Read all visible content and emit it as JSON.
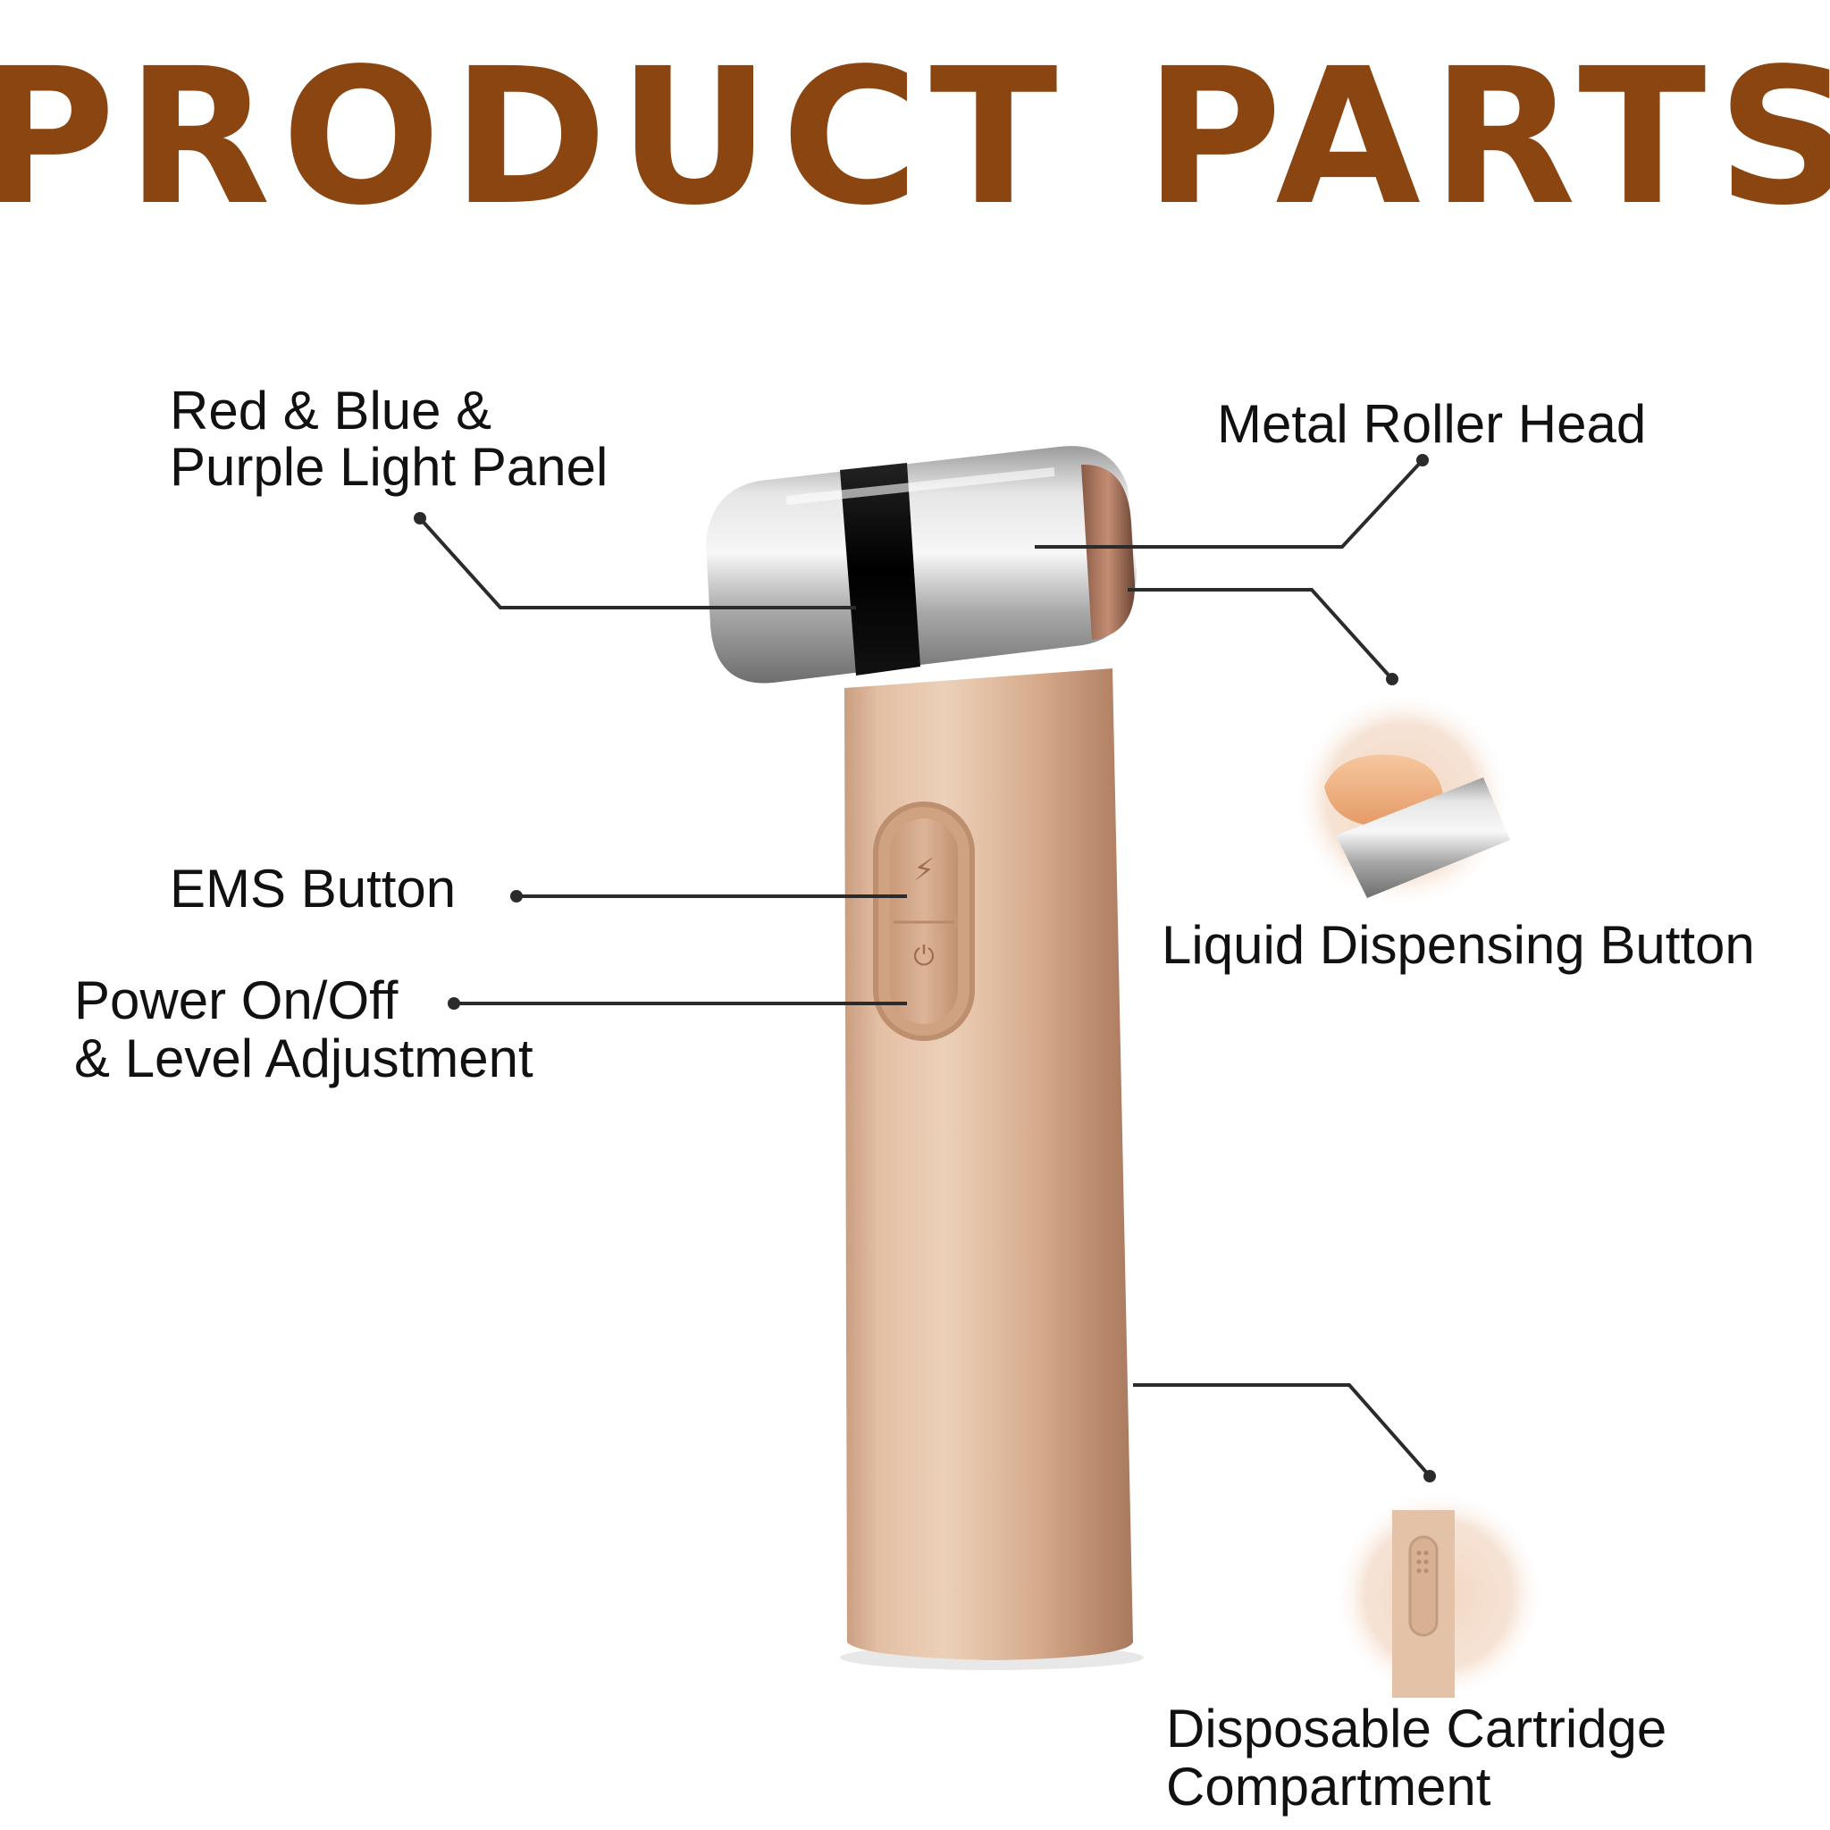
{
  "title": "PRODUCT PARTS",
  "colors": {
    "title": "#8a4511",
    "leader": "#2b2b2b",
    "body_gold": "#d4a98a",
    "metal": "#c8c8c8"
  },
  "labels": {
    "light_panel": [
      "Red & Blue &",
      "Purple Light Panel"
    ],
    "roller_head": "Metal Roller Head",
    "liquid_button": "Liquid Dispensing Button",
    "ems_button": "EMS Button",
    "power": [
      "Power On/Off",
      "& Level Adjustment"
    ],
    "cartridge": [
      "Disposable Cartridge",
      "Compartment"
    ]
  }
}
